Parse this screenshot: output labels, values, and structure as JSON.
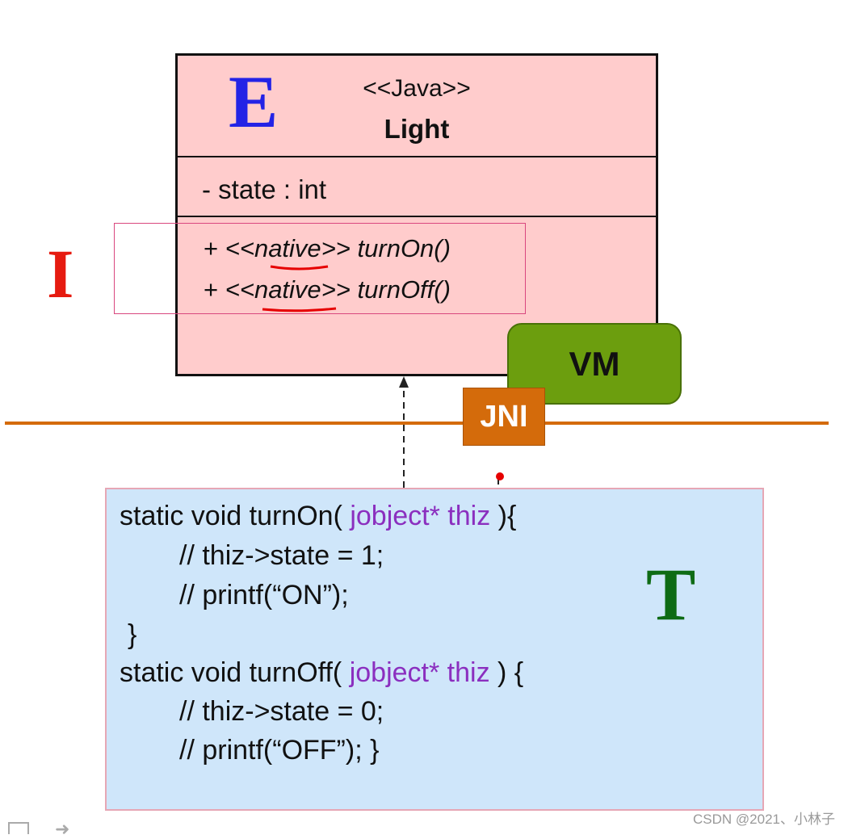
{
  "uml": {
    "stereotype": "<<Java>>",
    "class_name": "Light",
    "attribute": "- state : int",
    "methods": [
      {
        "prefix": "+",
        "stereotype_open": "<<",
        "stereotype": "native",
        "stereotype_close": ">>",
        "name": "turnOn()"
      },
      {
        "prefix": "+",
        "stereotype_open": "<<",
        "stereotype": "native",
        "stereotype_close": ">>",
        "name": "turnOff()"
      }
    ]
  },
  "letters": {
    "e": "E",
    "i": "I",
    "t": "T"
  },
  "vm_label": "VM",
  "jni_label": "JNI",
  "code": {
    "line1": {
      "pre": "static void turnOn( ",
      "kw": "jobject* thiz",
      "post": " ){"
    },
    "line2": "// thiz->state = 1;",
    "line3": "// printf(“ON”);",
    "line4": "}",
    "line5": {
      "pre": "static void turnOff( ",
      "kw": "jobject* thiz",
      "post": " ) {"
    },
    "line6": "// thiz->state = 0;",
    "line7": "// printf(“OFF”); }"
  },
  "watermark": "CSDN @2021、小林子",
  "colors": {
    "uml_fill": "#ffcccc",
    "vm_fill": "#6c9e0e",
    "jni_fill": "#d46b0b",
    "divider": "#d46b0b",
    "code_fill": "#cfe6fa",
    "keyword": "#8b2fbf",
    "letter_e": "#2323e6",
    "letter_i": "#e61b10",
    "letter_t": "#0e6b14",
    "annotation": "#e60000"
  }
}
